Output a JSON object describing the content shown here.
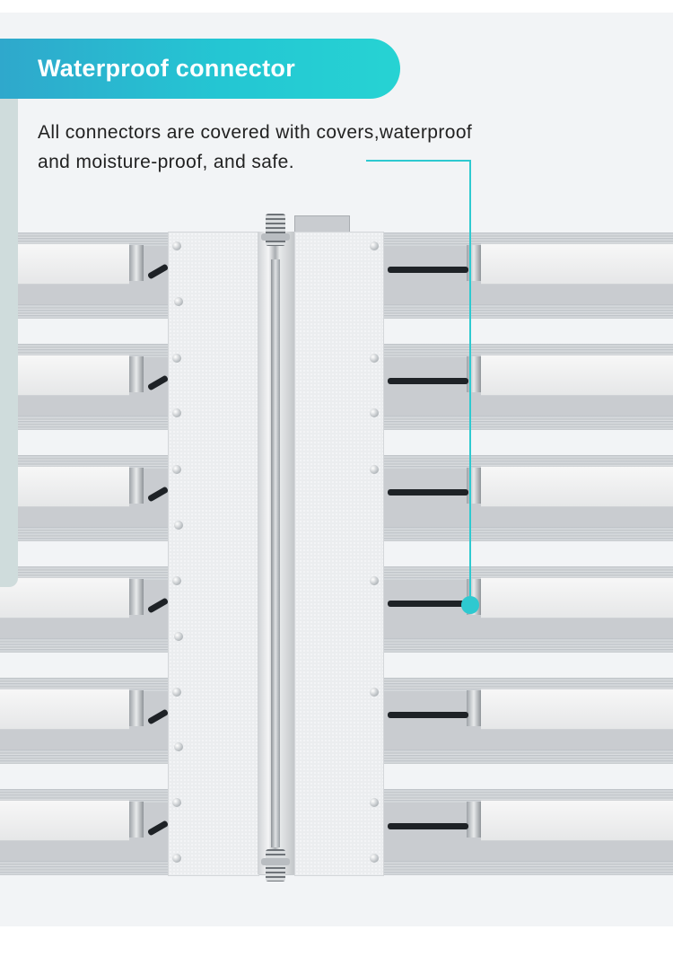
{
  "header": {
    "title": "Waterproof connector"
  },
  "description": {
    "line1": "All connectors are covered with covers,waterproof",
    "line2": "and moisture-proof, and safe."
  },
  "colors": {
    "accent_gradient_start": "#2fa8cc",
    "accent_gradient_end": "#26d3d3",
    "callout_line": "#2ec9d0",
    "panel_background": "#f2f4f6"
  },
  "image": {
    "subject": "LED grow light bars joined by a central connector housing with covered waterproof connectors"
  }
}
